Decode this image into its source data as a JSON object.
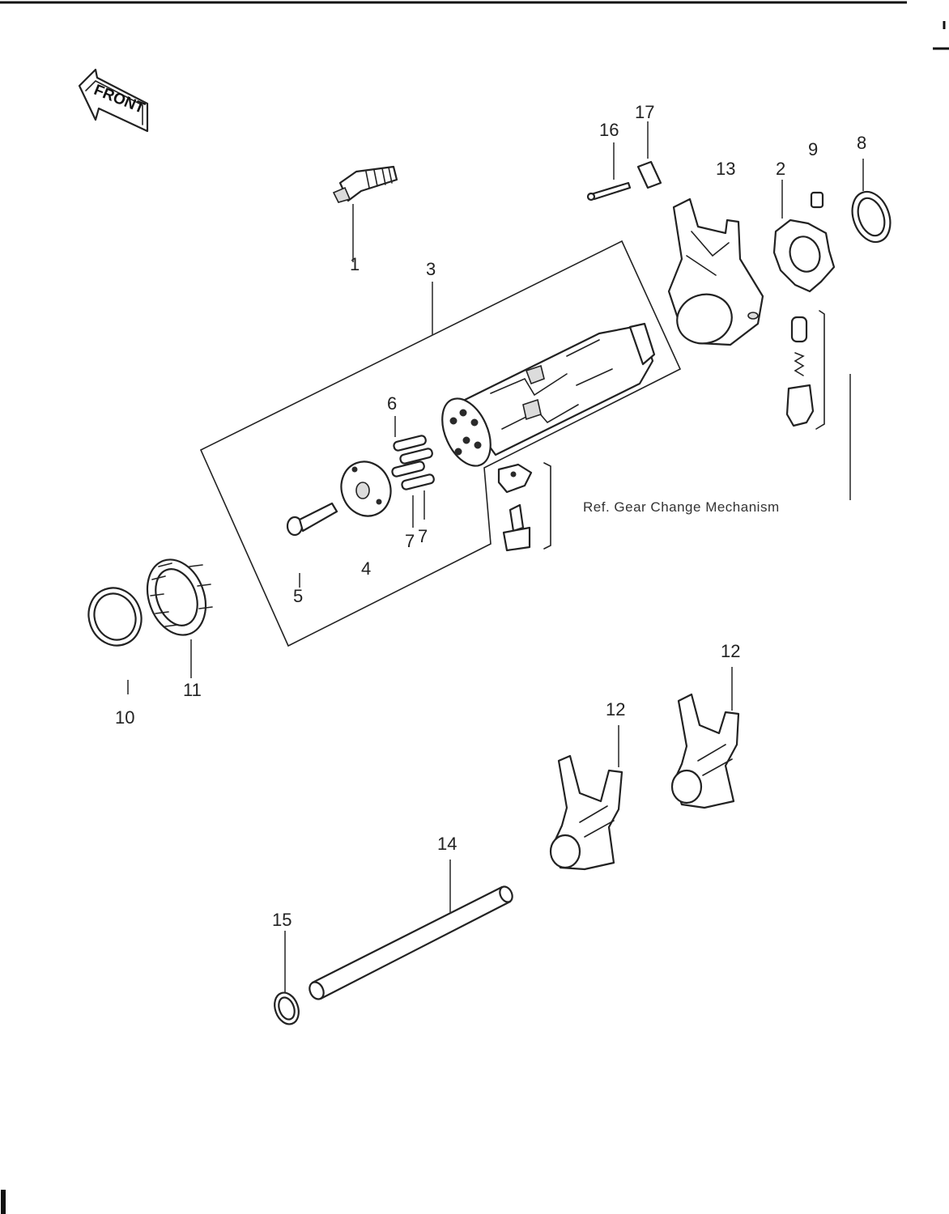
{
  "front_label": "FRONT",
  "reference_note": "Ref. Gear Change Mechanism",
  "callouts": {
    "c1": "1",
    "c2": "2",
    "c3": "3",
    "c4": "4",
    "c5": "5",
    "c6": "6",
    "c7a": "7",
    "c7b": "7",
    "c8": "8",
    "c9": "9",
    "c10": "10",
    "c11": "11",
    "c12a": "12",
    "c12b": "12",
    "c13": "13",
    "c14": "14",
    "c15": "15",
    "c16": "16",
    "c17": "17"
  }
}
